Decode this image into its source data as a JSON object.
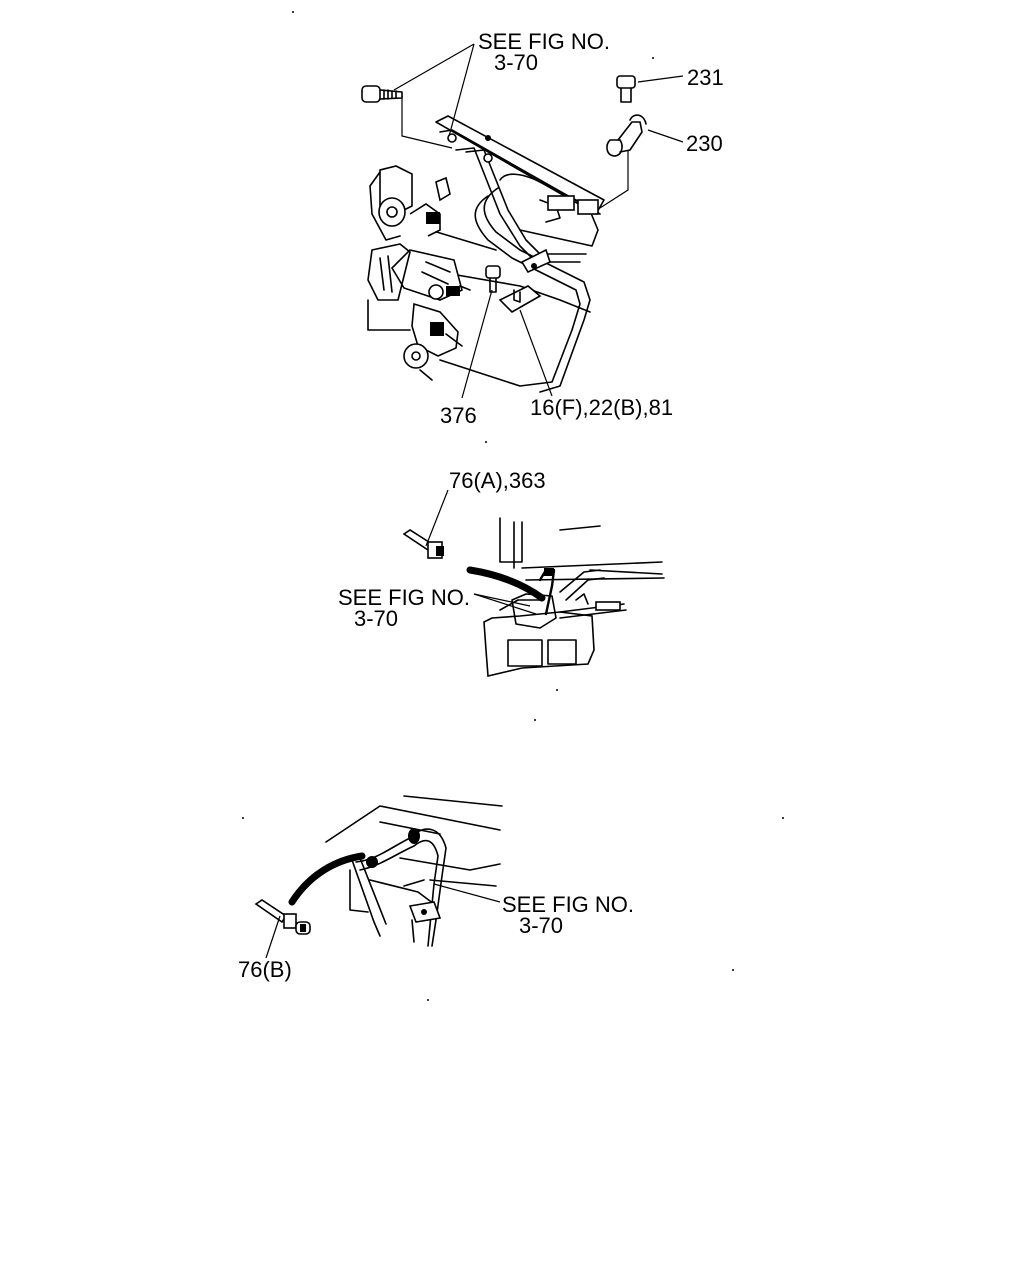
{
  "colors": {
    "ink": "#000000",
    "paper": "#ffffff"
  },
  "views": {
    "top": {
      "callouts": {
        "see_fig_line1": "SEE FIG NO.",
        "see_fig_line2": "3-70",
        "part_231": "231",
        "part_230": "230",
        "part_376": "376",
        "part_16_22_81": "16(F),22(B),81"
      }
    },
    "middle": {
      "callouts": {
        "part_76a_363": "76(A),363",
        "see_fig_line1": "SEE FIG NO.",
        "see_fig_line2": "3-70"
      }
    },
    "bottom": {
      "callouts": {
        "see_fig_line1": "SEE FIG NO.",
        "see_fig_line2": "3-70",
        "part_76b": "76(B)"
      }
    }
  }
}
